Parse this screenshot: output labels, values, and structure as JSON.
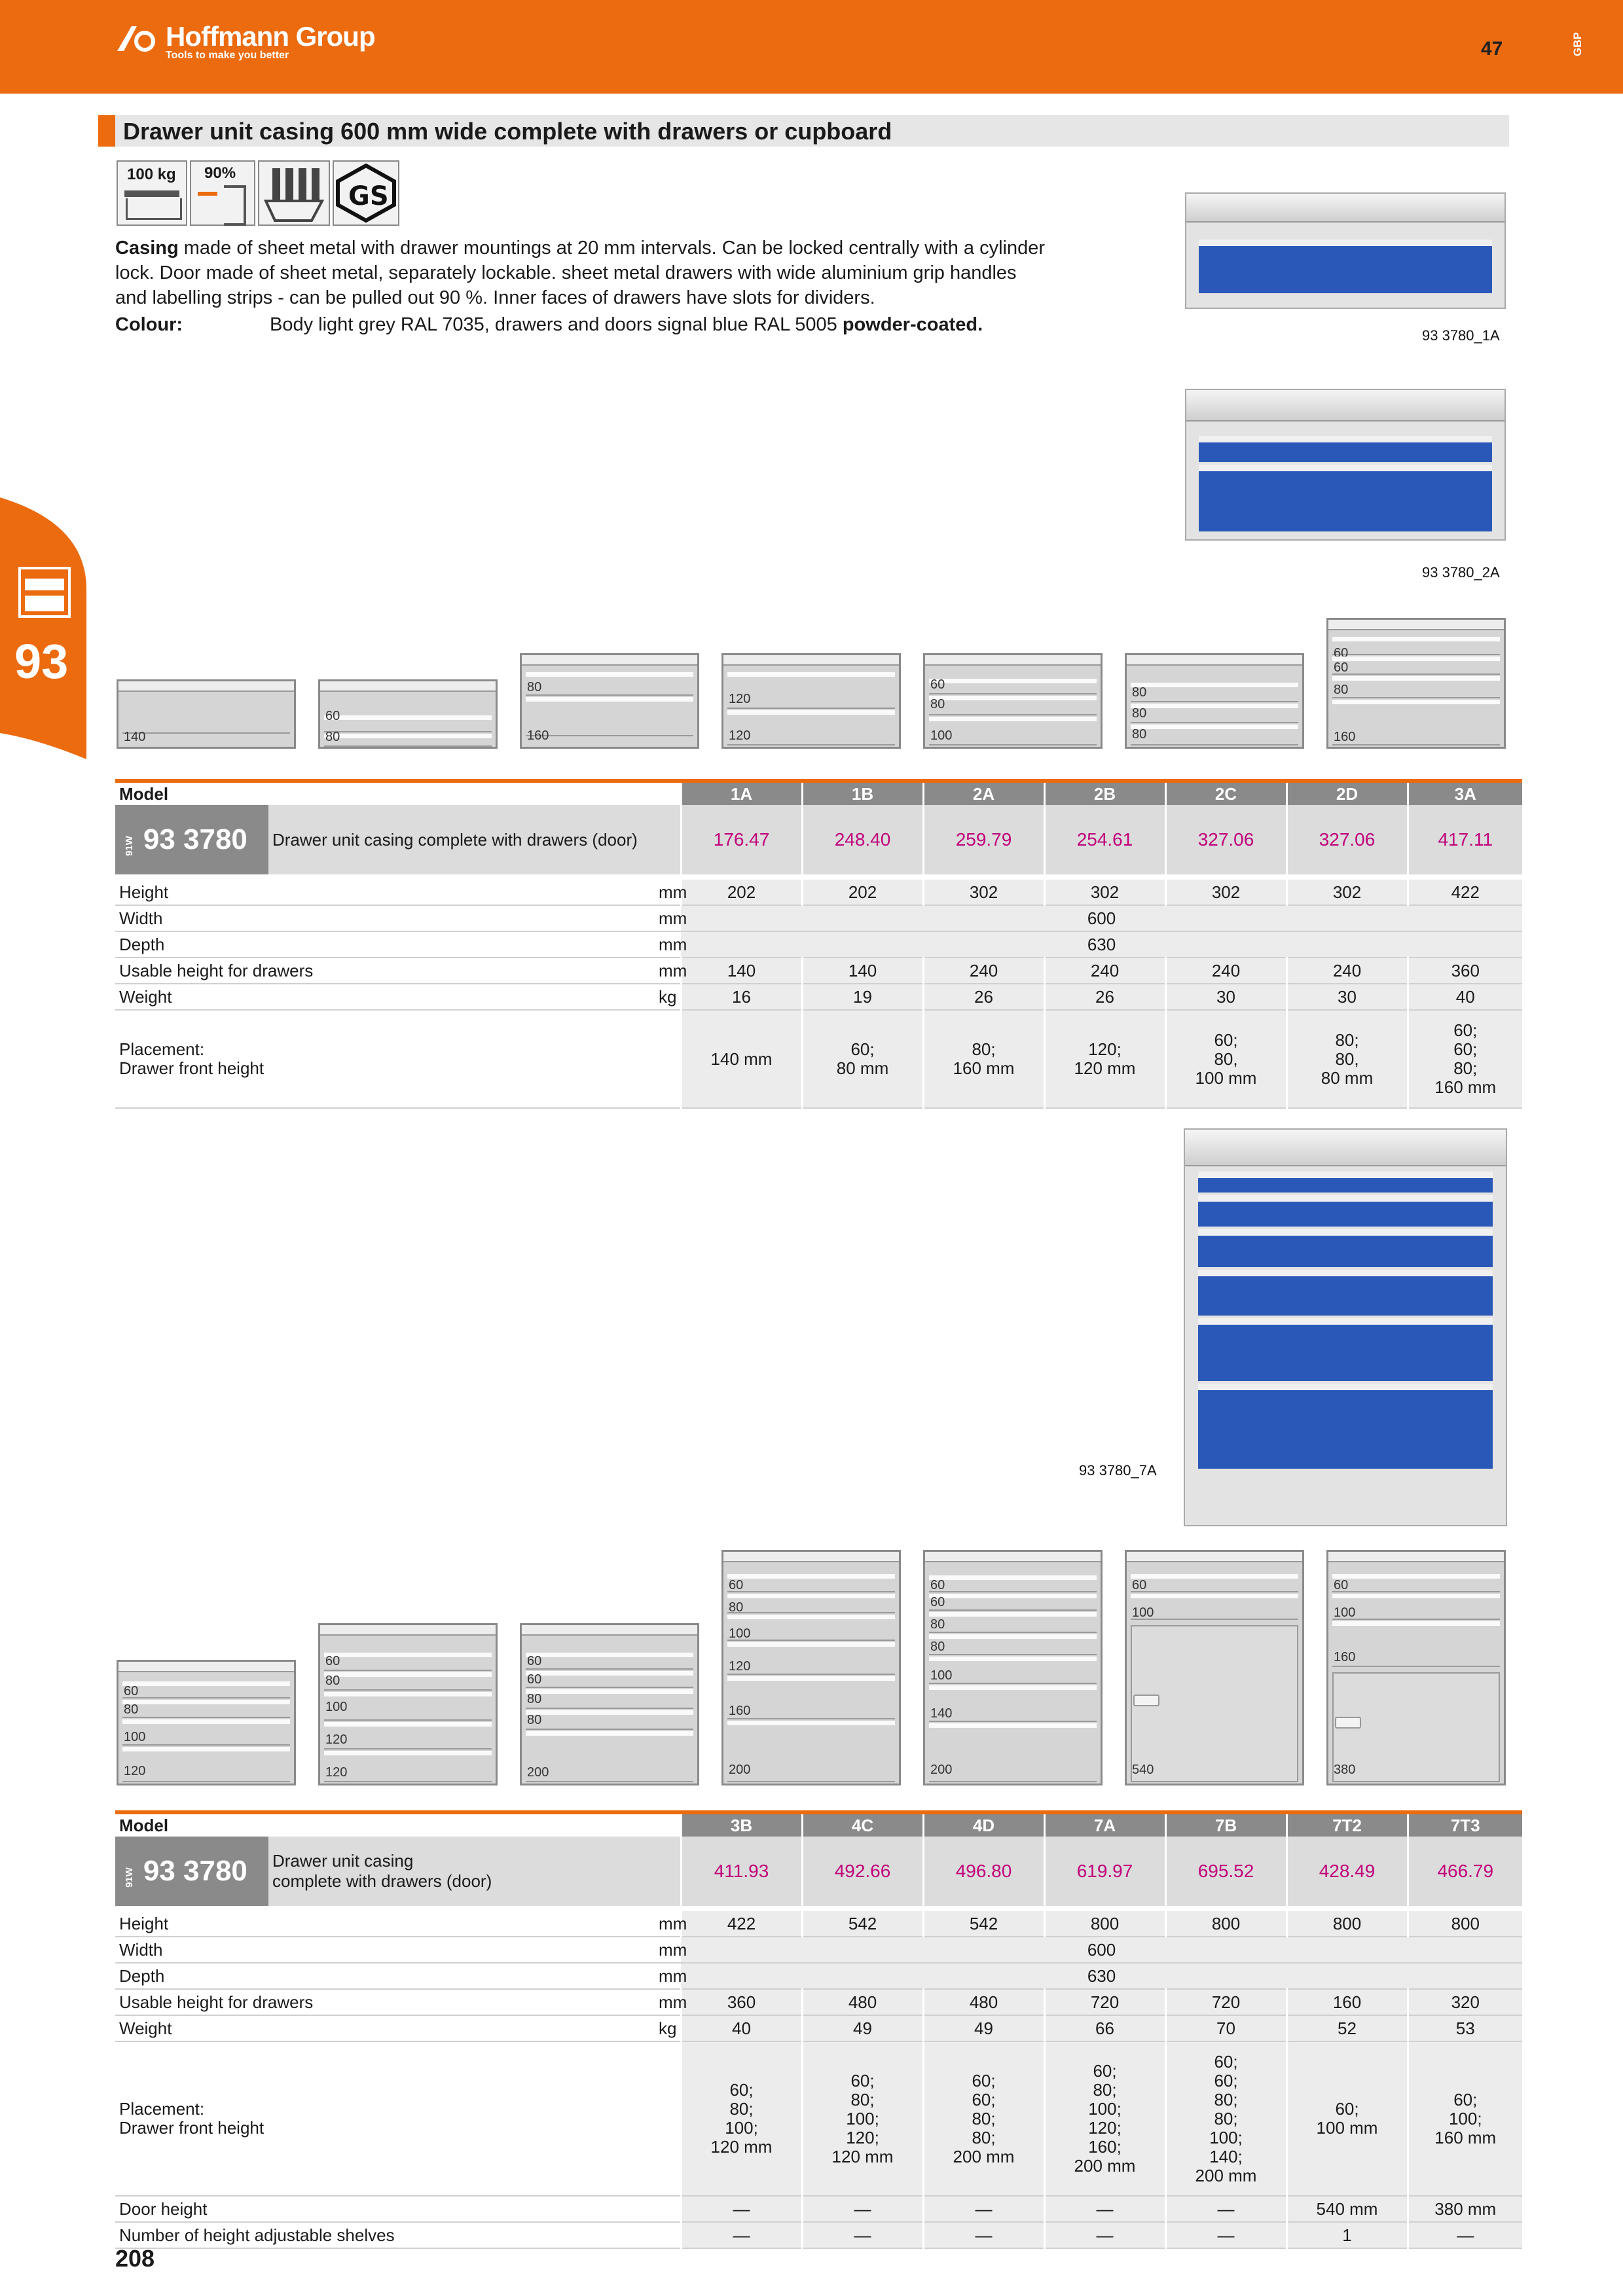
{
  "header": {
    "brand": "Hoffmann Group",
    "tagline": "Tools to make you better",
    "page_number_top": "47",
    "country_code": "GBP"
  },
  "side_tab": {
    "chapter": "93"
  },
  "title": "Drawer unit casing 600 mm wide complete with drawers or cupboard",
  "icons": [
    {
      "name": "load-capacity-icon",
      "label": "100 kg"
    },
    {
      "name": "pull-out-icon",
      "label": "90%"
    },
    {
      "name": "dividers-icon",
      "label": ""
    },
    {
      "name": "gs-certified-icon",
      "label": "GS"
    }
  ],
  "description": {
    "lead": "Casing",
    "text": " made of sheet metal with drawer mountings at 20 mm intervals. Can be locked centrally with a cylinder lock. Door made of sheet metal, separately lockable. sheet metal drawers with wide aluminium  grip handles and labelling strips - can be pulled out 90 %. Inner faces of drawers have slots for dividers.",
    "colour_label": "Colour:",
    "colour_text": "Body light grey RAL 7035, drawers and doors signal blue RAL 5005 ",
    "colour_bold": "powder-coated."
  },
  "photos": [
    {
      "caption": "93 3780_1A"
    },
    {
      "caption": "93 3780_2A"
    },
    {
      "caption": "93 3780_7A"
    }
  ],
  "drawings_top": [
    [
      "140"
    ],
    [
      "60",
      "80"
    ],
    [
      "80",
      "160"
    ],
    [
      "120",
      "120"
    ],
    [
      "60",
      "80",
      "100"
    ],
    [
      "80",
      "80",
      "80"
    ],
    [
      "60",
      "60",
      "80",
      "160"
    ]
  ],
  "drawings_bottom": [
    [
      "60",
      "80",
      "100",
      "120"
    ],
    [
      "60",
      "80",
      "100",
      "120",
      "120"
    ],
    [
      "60",
      "60",
      "80",
      "80",
      "200"
    ],
    [
      "60",
      "80",
      "100",
      "120",
      "160",
      "200"
    ],
    [
      "60",
      "60",
      "80",
      "80",
      "100",
      "140",
      "200"
    ],
    [
      "60",
      "100",
      "540"
    ],
    [
      "60",
      "100",
      "160",
      "380"
    ]
  ],
  "table1": {
    "model_label": "Model",
    "models": [
      "1A",
      "1B",
      "2A",
      "2B",
      "2C",
      "2D",
      "3A"
    ],
    "article_prefix": "91W",
    "article": "93 3780",
    "article_desc": "Drawer unit casing complete with drawers (door)",
    "prices": [
      "176.47",
      "248.40",
      "259.79",
      "254.61",
      "327.06",
      "327.06",
      "417.11"
    ],
    "rows": {
      "height": {
        "label": "Height",
        "unit": "mm",
        "values": [
          "202",
          "202",
          "302",
          "302",
          "302",
          "302",
          "422"
        ]
      },
      "width": {
        "label": "Width",
        "unit": "mm",
        "value": "600"
      },
      "depth": {
        "label": "Depth",
        "unit": "mm",
        "value": "630"
      },
      "usable": {
        "label": "Usable height for drawers",
        "unit": "mm",
        "values": [
          "140",
          "140",
          "240",
          "240",
          "240",
          "240",
          "360"
        ]
      },
      "weight": {
        "label": "Weight",
        "unit": "kg",
        "values": [
          "16",
          "19",
          "26",
          "26",
          "30",
          "30",
          "40"
        ]
      }
    },
    "placement_label_1": "Placement:",
    "placement_label_2": "Drawer front height",
    "placement": [
      [
        "140 mm"
      ],
      [
        "60;",
        "80 mm"
      ],
      [
        "80;",
        "160 mm"
      ],
      [
        "120;",
        "120 mm"
      ],
      [
        "60;",
        "80,",
        "100 mm"
      ],
      [
        "80;",
        "80,",
        "80 mm"
      ],
      [
        "60;",
        "60;",
        "80;",
        "160 mm"
      ]
    ]
  },
  "table2": {
    "model_label": "Model",
    "models": [
      "3B",
      "4C",
      "4D",
      "7A",
      "7B",
      "7T2",
      "7T3"
    ],
    "article_prefix": "91W",
    "article": "93 3780",
    "article_desc_1": "Drawer unit casing",
    "article_desc_2": "complete with drawers (door)",
    "prices": [
      "411.93",
      "492.66",
      "496.80",
      "619.97",
      "695.52",
      "428.49",
      "466.79"
    ],
    "rows": {
      "height": {
        "label": "Height",
        "unit": "mm",
        "values": [
          "422",
          "542",
          "542",
          "800",
          "800",
          "800",
          "800"
        ]
      },
      "width": {
        "label": "Width",
        "unit": "mm",
        "value": "600"
      },
      "depth": {
        "label": "Depth",
        "unit": "mm",
        "value": "630"
      },
      "usable": {
        "label": "Usable height for drawers",
        "unit": "mm",
        "values": [
          "360",
          "480",
          "480",
          "720",
          "720",
          "160",
          "320"
        ]
      },
      "weight": {
        "label": "Weight",
        "unit": "kg",
        "values": [
          "40",
          "49",
          "49",
          "66",
          "70",
          "52",
          "53"
        ]
      }
    },
    "placement_label_1": "Placement:",
    "placement_label_2": "Drawer front height",
    "placement": [
      [
        "60;",
        "80;",
        "100;",
        "120 mm"
      ],
      [
        "60;",
        "80;",
        "100;",
        "120;",
        "120 mm"
      ],
      [
        "60;",
        "60;",
        "80;",
        "80;",
        "200 mm"
      ],
      [
        "60;",
        "80;",
        "100;",
        "120;",
        "160;",
        "200 mm"
      ],
      [
        "60;",
        "60;",
        "80;",
        "80;",
        "100;",
        "140;",
        "200 mm"
      ],
      [
        "60;",
        "100 mm"
      ],
      [
        "60;",
        "100;",
        "160 mm"
      ]
    ],
    "door": {
      "label": "Door height",
      "values": [
        "—",
        "—",
        "—",
        "—",
        "—",
        "540 mm",
        "380 mm"
      ]
    },
    "shelves": {
      "label": "Number of height adjustable shelves",
      "values": [
        "—",
        "—",
        "—",
        "—",
        "—",
        "1",
        "—"
      ]
    }
  },
  "footer": {
    "page_number": "208"
  }
}
